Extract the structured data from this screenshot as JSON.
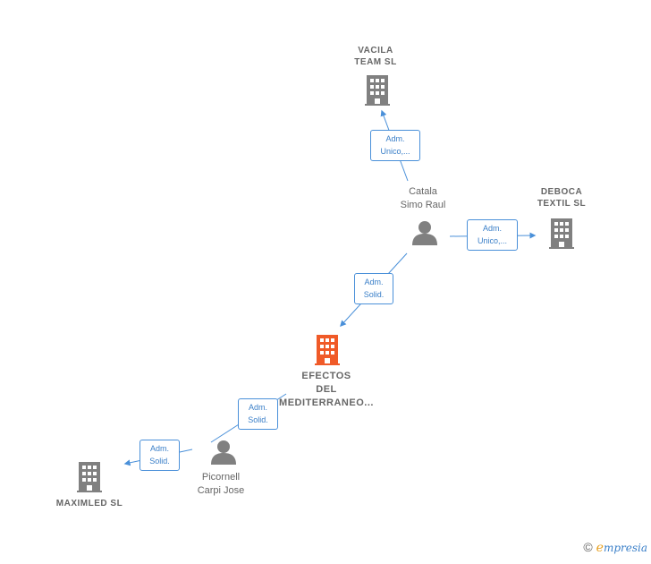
{
  "colors": {
    "edge": "#4a90d9",
    "company_icon": "#808080",
    "focus_icon": "#f05a28",
    "person_icon": "#808080"
  },
  "nodes": {
    "vacila": {
      "label": "VACILA\nTEAM  SL",
      "icon": "building-icon"
    },
    "deboca": {
      "label": "DEBOCA\nTEXTIL  SL",
      "icon": "building-icon"
    },
    "catala": {
      "label": "Catala\nSimo Raul",
      "icon": "person-icon"
    },
    "efectos": {
      "label": "EFECTOS\nDEL\nMEDITERRANEO...",
      "icon": "building-icon"
    },
    "picornell": {
      "label": "Picornell\nCarpi Jose",
      "icon": "person-icon"
    },
    "maximled": {
      "label": "MAXIMLED  SL",
      "icon": "building-icon"
    }
  },
  "edges": {
    "catala_vacila": "Adm.\nUnico,...",
    "catala_deboca": "Adm.\nUnico,...",
    "catala_efectos": "Adm.\nSolid.",
    "picornell_efectos": "Adm.\nSolid.",
    "picornell_maximled": "Adm.\nSolid."
  },
  "brand": {
    "copyright": "©",
    "initial": "e",
    "rest": "mpresia"
  }
}
